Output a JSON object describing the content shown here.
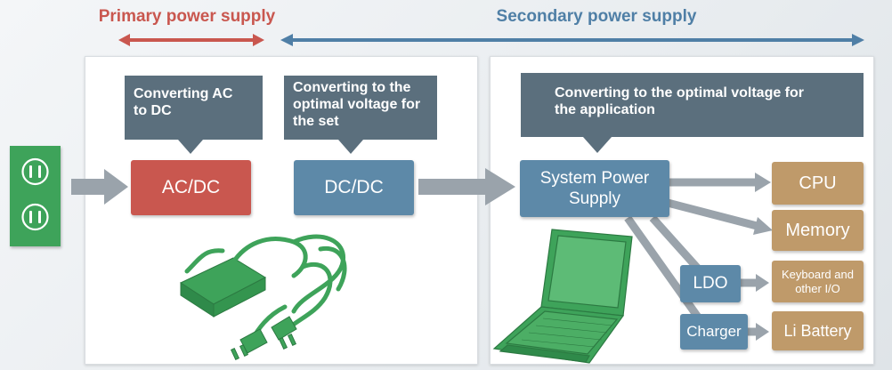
{
  "headers": {
    "primary": "Primary power supply",
    "secondary": "Secondary power supply"
  },
  "callouts": {
    "ac_dc": "Converting AC to DC",
    "dc_dc": "Converting to the optimal voltage for the set",
    "application": "Converting to the optimal voltage for the application"
  },
  "boxes": {
    "ac_dc": "AC/DC",
    "dc_dc": "DC/DC",
    "system_power_supply": "System Power Supply",
    "cpu": "CPU",
    "memory": "Memory",
    "ldo": "LDO",
    "charger": "Charger",
    "keyboard": "Keyboard and other I/O",
    "li_battery": "Li Battery"
  },
  "colors": {
    "primary_header": "#c9574f",
    "secondary_header": "#4f7fa6",
    "callout": "#5b6f7d",
    "red_box": "#c9574f",
    "blue_box": "#5d89a8",
    "tan_box": "#bf9a6a",
    "outlet": "#3ea35a",
    "arrow": "#9aa3ab"
  },
  "icons": [
    "power-outlet-icon",
    "ac-adapter-icon",
    "laptop-icon"
  ]
}
